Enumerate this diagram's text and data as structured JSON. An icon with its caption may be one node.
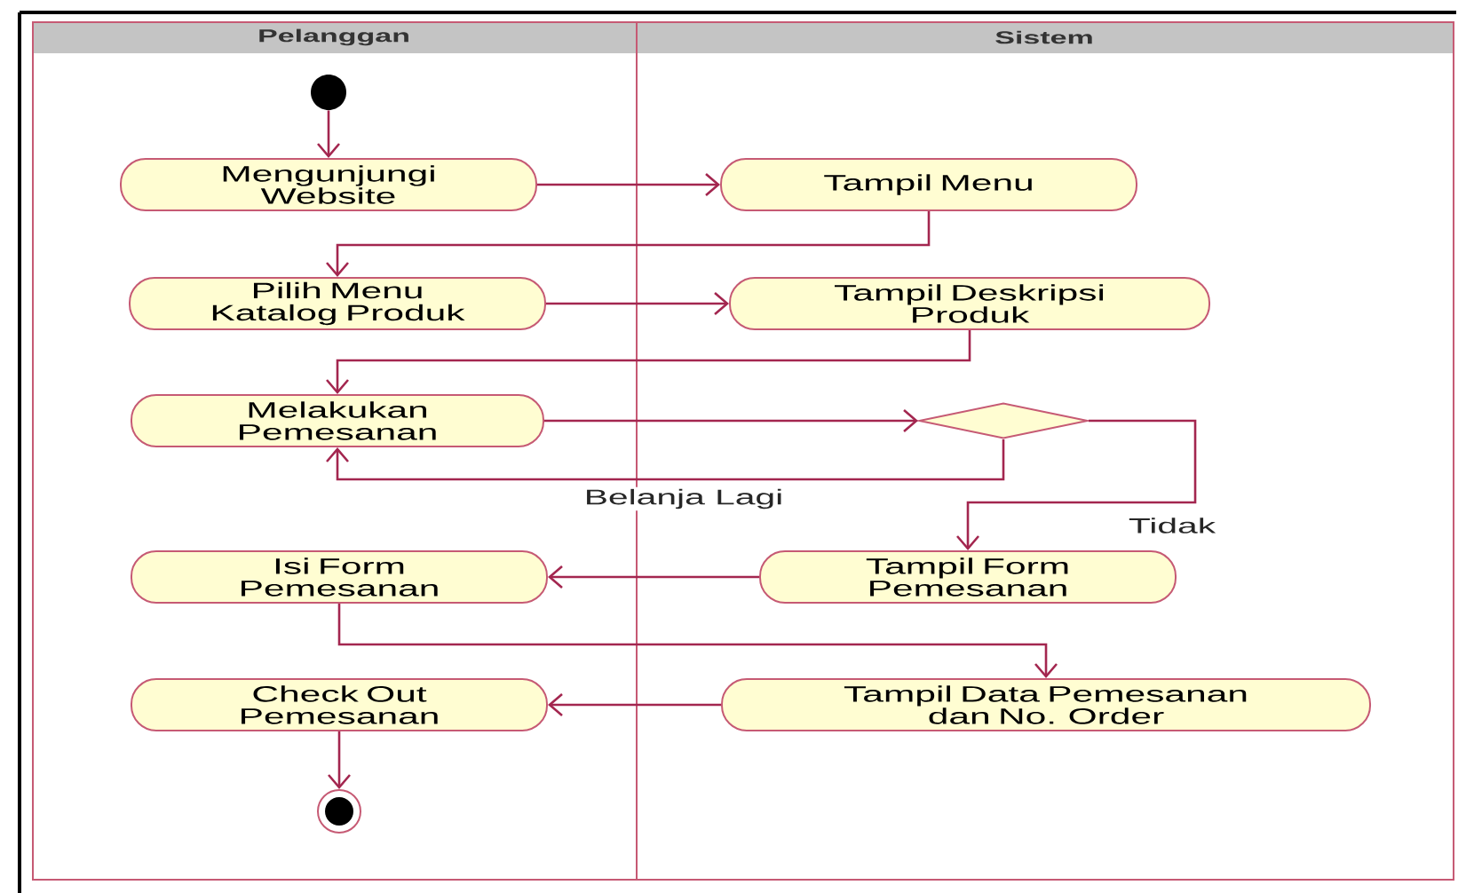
{
  "diagram": {
    "nodes": [
      {
        "text": [
          "Pelanggan"
        ]
      },
      {
        "text": [
          "Sistem"
        ]
      },
      {
        "text": [],
        "shape": "circle",
        "in": 0
      },
      {
        "text": [
          "Mengunjungi Website"
        ],
        "in": 0
      },
      {
        "text": [
          "Tampil Menu"
        ],
        "in": 1
      },
      {
        "text": [
          "Pilih Menu Katalog Produk"
        ],
        "in": 0
      },
      {
        "text": [
          "Tampil Deskripsi Produk"
        ],
        "in": 1
      },
      {
        "text": [
          "Melakukan Pemesanan"
        ],
        "in": 0
      },
      {
        "text": [],
        "shape": "diamond",
        "in": 1
      },
      {
        "text": [
          "Isi Form Pemesanan"
        ],
        "in": 0
      },
      {
        "text": [
          "Tampil Form Pemesanan"
        ],
        "in": 1
      },
      {
        "text": [
          "Check Out Pemesanan"
        ],
        "in": 0
      },
      {
        "text": [
          "Tampil Data Pemesanan dan No. Order"
        ],
        "in": 1
      },
      {
        "text": [],
        "shape": "bullseye",
        "in": 0
      }
    ],
    "edges": [
      {
        "from": 2,
        "to": 3,
        "arrow": "to"
      },
      {
        "from": 3,
        "to": 4,
        "arrow": "to"
      },
      {
        "from": 4,
        "to": 5,
        "arrow": "to"
      },
      {
        "from": 5,
        "to": 6,
        "arrow": "to"
      },
      {
        "from": 6,
        "to": 7,
        "arrow": "to"
      },
      {
        "from": 7,
        "to": 8,
        "arrow": "to"
      },
      {
        "from": 8,
        "to": 7,
        "arrow": "to",
        "label": "Belanja Lagi"
      },
      {
        "from": 8,
        "to": 10,
        "arrow": "to",
        "label": "Tidak"
      },
      {
        "from": 10,
        "to": 9,
        "arrow": "to"
      },
      {
        "from": 9,
        "to": 12,
        "arrow": "to"
      },
      {
        "from": 12,
        "to": 11,
        "arrow": "to"
      },
      {
        "from": 11,
        "to": 13,
        "arrow": "to"
      }
    ]
  }
}
